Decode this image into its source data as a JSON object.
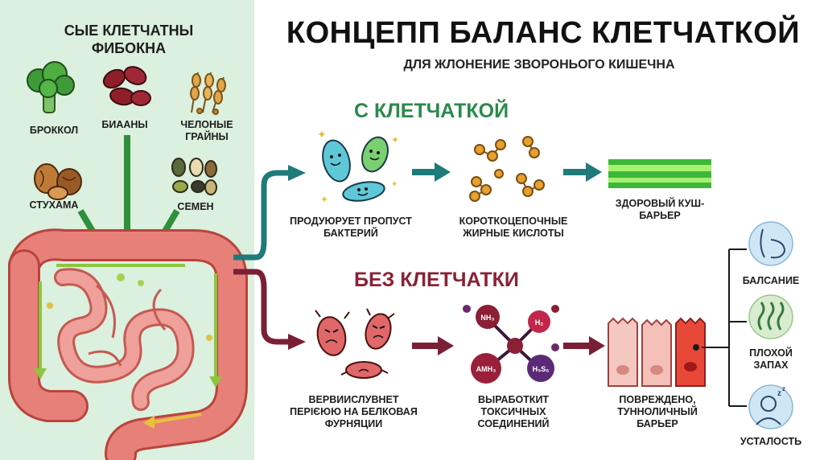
{
  "colors": {
    "panel_bg": "#dbf0de",
    "teal_arrow": "#1f7a7a",
    "red_arrow": "#7a1f35",
    "green_heading": "#2a8a4a",
    "red_heading": "#8a2136",
    "gut": "#e8807a",
    "green_flow": "#2f8f3a"
  },
  "title": "КОНЦЕПП БАЛАНС КЛЕТЧАТКОЙ",
  "subtitle": "ДЛЯ ЖЛОНЕНИЕ ЗВОРОНЬОГО КИШЕЧНА",
  "left_panel": {
    "title": "СЫЕ КЛЕТЧАТНЫ ФИБОКНА",
    "foods": [
      {
        "label": "БРОККОЛ",
        "icon": "broccoli-icon"
      },
      {
        "label": "БИААНЫ",
        "icon": "beans-icon"
      },
      {
        "label": "ЧЕЛОНЫЕ ГРАЙНЫ",
        "icon": "grains-icon"
      },
      {
        "label": "СТУХАМА",
        "icon": "nuts-icon"
      },
      {
        "label": "СЕМЕН",
        "icon": "seeds-icon"
      }
    ]
  },
  "with_fiber": {
    "heading": "С КЛЕТЧАТКОЙ",
    "steps": [
      {
        "label": "ПРОДУЮРУЕТ ПРОПУСТ БАКТЕРИЙ",
        "icon": "happy-bacteria-icon"
      },
      {
        "label": "КОРОТКОЦЕПОЧНЫЕ ЖИРНЫЕ КИСЛОТЫ",
        "icon": "molecules-icon"
      },
      {
        "label": "ЗДОРОВЫЙ КУШ-БАРЬЕР",
        "icon": "healthy-barrier-icon"
      }
    ]
  },
  "without_fiber": {
    "heading": "БЕЗ КЛЕТЧАТКИ",
    "steps": [
      {
        "label": "ВЕРВИИСЛУВНЕТ ПЕРІЄЮЮ НА БЕЛКОВАЯ ФУРНЯЦИИ",
        "icon": "angry-bacteria-icon"
      },
      {
        "label": "ВЫРАБОТКИТ ТОКСИЧНЫХ СОЕДИНЕНИЙ",
        "icon": "toxic-molecule-icon"
      },
      {
        "label": "ПОВРЕЖДЕНО, ТУННОЛИЧНЫЙ БАРЬЕР",
        "icon": "damaged-barrier-icon"
      }
    ],
    "molecule_labels": [
      "NH₃",
      "H₂",
      "AMH₃",
      "H₅S₆"
    ],
    "symptoms": [
      {
        "label": "БАЛСАНИЕ",
        "icon": "bloating-icon"
      },
      {
        "label": "ПЛОХОЙ ЗАПАХ",
        "icon": "odor-icon"
      },
      {
        "label": "УСТАЛОСТЬ",
        "icon": "fatigue-icon"
      }
    ]
  }
}
